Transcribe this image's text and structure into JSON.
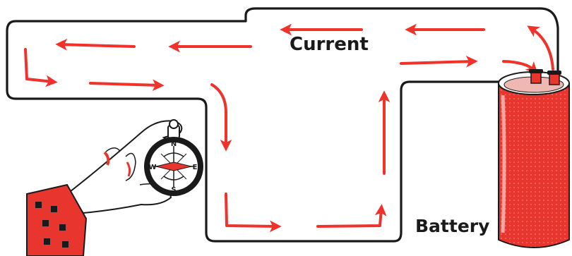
{
  "labels": {
    "current": "Current",
    "battery": "Battery"
  },
  "compass": {
    "north": "N",
    "south": "S",
    "east": "E",
    "west": "W"
  },
  "colors": {
    "arrow": "#f0322b",
    "wire": "#1a1a1a",
    "battery": "#e8352e",
    "hand": "#ffffff"
  }
}
